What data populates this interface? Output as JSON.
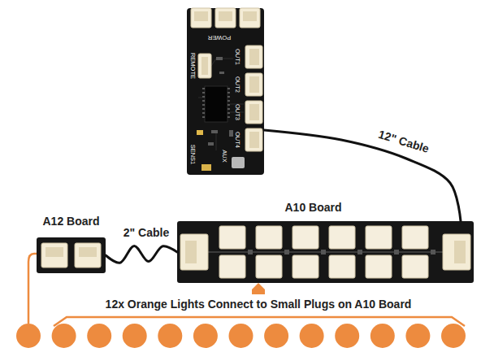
{
  "diagram": {
    "nodes": [
      {
        "text": [
          "POWER",
          "REMOTE",
          "OUT1",
          "OUT2",
          "OUT3",
          "OUT4",
          "SENS1",
          "AUX"
        ]
      },
      {
        "text": [
          "A12 Board"
        ]
      },
      {
        "text": [
          "A10 Board"
        ]
      }
    ],
    "edges": [
      {
        "from": 0,
        "to": 2,
        "label": "12\" Cable",
        "arrow": "none"
      },
      {
        "from": 1,
        "to": 2,
        "label": "2\" Cable",
        "arrow": "none"
      }
    ],
    "labels": [
      "12x Orange Lights Connect to Small Plugs on A10 Board"
    ]
  }
}
